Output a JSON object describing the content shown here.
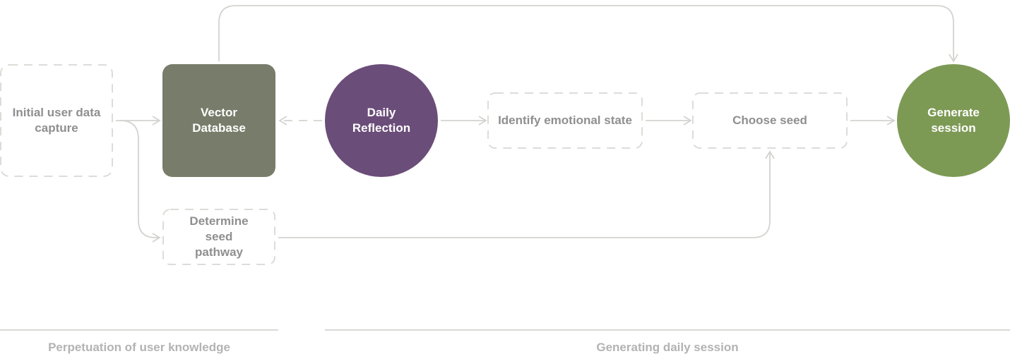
{
  "nodes": {
    "initial_capture": "Initial user data capture",
    "vector_database": "Vector Database",
    "daily_reflection": "Daily Reflection",
    "identify_emotional_state": "Identify emotional state",
    "choose_seed": "Choose seed",
    "generate_session": "Generate session",
    "determine_seed_pathway": "Determine seed pathway"
  },
  "sections": {
    "left": "Perpetuation of user knowledge",
    "right": "Generating daily session"
  },
  "colors": {
    "vector_database": "#787d6b",
    "daily_reflection": "#6b4d79",
    "generate_session": "#7d9a55",
    "line": "#d3d3cf",
    "dashed_text": "#8f8f8f",
    "section_text": "#b3b3b3"
  },
  "edges": [
    {
      "from": "initial_capture",
      "to": "vector_database",
      "style": "solid"
    },
    {
      "from": "initial_capture",
      "to": "determine_seed_pathway",
      "style": "solid"
    },
    {
      "from": "daily_reflection",
      "to": "vector_database",
      "style": "dashed"
    },
    {
      "from": "daily_reflection",
      "to": "identify_emotional_state",
      "style": "solid"
    },
    {
      "from": "identify_emotional_state",
      "to": "choose_seed",
      "style": "solid"
    },
    {
      "from": "choose_seed",
      "to": "generate_session",
      "style": "solid"
    },
    {
      "from": "vector_database",
      "to": "generate_session",
      "style": "solid"
    },
    {
      "from": "determine_seed_pathway",
      "to": "choose_seed",
      "style": "solid"
    }
  ]
}
